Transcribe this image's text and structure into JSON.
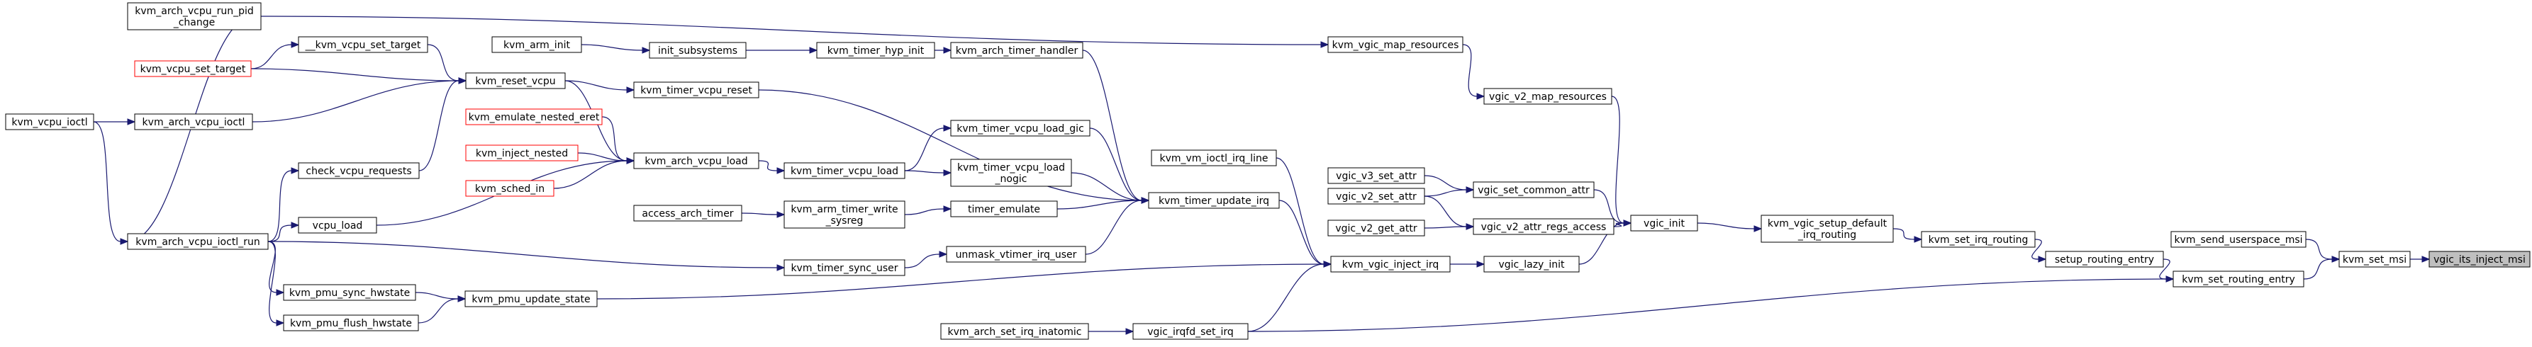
{
  "nodes": [
    {
      "id": "vgic_its_inject_msi",
      "lines": [
        "vgic_its_inject_msi"
      ],
      "style": "current"
    },
    {
      "id": "kvm_set_msi",
      "lines": [
        "kvm_set_msi"
      ]
    },
    {
      "id": "kvm_send_userspace_msi",
      "lines": [
        "kvm_send_userspace_msi"
      ]
    },
    {
      "id": "kvm_set_routing_entry",
      "lines": [
        "kvm_set_routing_entry"
      ]
    },
    {
      "id": "setup_routing_entry",
      "lines": [
        "setup_routing_entry"
      ]
    },
    {
      "id": "kvm_set_irq_routing",
      "lines": [
        "kvm_set_irq_routing"
      ]
    },
    {
      "id": "kvm_vgic_setup_default_irq_routing",
      "lines": [
        "kvm_vgic_setup_default",
        "_irq_routing"
      ]
    },
    {
      "id": "vgic_init",
      "lines": [
        "vgic_init"
      ]
    },
    {
      "id": "vgic_v2_map_resources",
      "lines": [
        "vgic_v2_map_resources"
      ]
    },
    {
      "id": "kvm_vgic_map_resources",
      "lines": [
        "kvm_vgic_map_resources"
      ]
    },
    {
      "id": "vgic_set_common_attr",
      "lines": [
        "vgic_set_common_attr"
      ]
    },
    {
      "id": "vgic_v3_set_attr",
      "lines": [
        "vgic_v3_set_attr"
      ]
    },
    {
      "id": "vgic_v2_set_attr",
      "lines": [
        "vgic_v2_set_attr"
      ]
    },
    {
      "id": "vgic_v2_attr_regs_access",
      "lines": [
        "vgic_v2_attr_regs_access"
      ]
    },
    {
      "id": "vgic_v2_get_attr",
      "lines": [
        "vgic_v2_get_attr"
      ]
    },
    {
      "id": "vgic_lazy_init",
      "lines": [
        "vgic_lazy_init"
      ]
    },
    {
      "id": "kvm_vgic_inject_irq",
      "lines": [
        "kvm_vgic_inject_irq"
      ]
    },
    {
      "id": "kvm_vm_ioctl_irq_line",
      "lines": [
        "kvm_vm_ioctl_irq_line"
      ]
    },
    {
      "id": "kvm_timer_update_irq",
      "lines": [
        "kvm_timer_update_irq"
      ]
    },
    {
      "id": "kvm_arch_timer_handler",
      "lines": [
        "kvm_arch_timer_handler"
      ]
    },
    {
      "id": "kvm_timer_hyp_init",
      "lines": [
        "kvm_timer_hyp_init"
      ]
    },
    {
      "id": "init_subsystems",
      "lines": [
        "init_subsystems"
      ]
    },
    {
      "id": "kvm_arm_init",
      "lines": [
        "kvm_arm_init"
      ]
    },
    {
      "id": "kvm_timer_vcpu_reset",
      "lines": [
        "kvm_timer_vcpu_reset"
      ]
    },
    {
      "id": "kvm_reset_vcpu",
      "lines": [
        "kvm_reset_vcpu"
      ]
    },
    {
      "id": "kvm_vcpu_set_target_internal",
      "lines": [
        "__kvm_vcpu_set_target"
      ]
    },
    {
      "id": "kvm_vcpu_set_target",
      "lines": [
        "kvm_vcpu_set_target"
      ],
      "style": "red"
    },
    {
      "id": "kvm_arch_vcpu_ioctl",
      "lines": [
        "kvm_arch_vcpu_ioctl"
      ]
    },
    {
      "id": "kvm_vcpu_ioctl",
      "lines": [
        "kvm_vcpu_ioctl"
      ]
    },
    {
      "id": "check_vcpu_requests",
      "lines": [
        "check_vcpu_requests"
      ]
    },
    {
      "id": "kvm_arch_vcpu_ioctl_run",
      "lines": [
        "kvm_arch_vcpu_ioctl_run"
      ]
    },
    {
      "id": "kvm_arch_vcpu_run_pid_change",
      "lines": [
        "kvm_arch_vcpu_run_pid",
        "_change"
      ]
    },
    {
      "id": "kvm_timer_vcpu_load_gic",
      "lines": [
        "kvm_timer_vcpu_load_gic"
      ]
    },
    {
      "id": "kvm_timer_vcpu_load",
      "lines": [
        "kvm_timer_vcpu_load"
      ]
    },
    {
      "id": "kvm_arch_vcpu_load",
      "lines": [
        "kvm_arch_vcpu_load"
      ]
    },
    {
      "id": "kvm_emulate_nested_eret",
      "lines": [
        "kvm_emulate_nested_eret"
      ],
      "style": "red"
    },
    {
      "id": "kvm_inject_nested",
      "lines": [
        "kvm_inject_nested"
      ],
      "style": "red"
    },
    {
      "id": "kvm_sched_in",
      "lines": [
        "kvm_sched_in"
      ],
      "style": "red"
    },
    {
      "id": "vcpu_load",
      "lines": [
        "vcpu_load"
      ]
    },
    {
      "id": "kvm_timer_vcpu_load_nogic",
      "lines": [
        "kvm_timer_vcpu_load",
        "_nogic"
      ]
    },
    {
      "id": "timer_emulate",
      "lines": [
        "timer_emulate"
      ]
    },
    {
      "id": "kvm_arm_timer_write_sysreg",
      "lines": [
        "kvm_arm_timer_write",
        "_sysreg"
      ]
    },
    {
      "id": "access_arch_timer",
      "lines": [
        "access_arch_timer"
      ]
    },
    {
      "id": "unmask_vtimer_irq_user",
      "lines": [
        "unmask_vtimer_irq_user"
      ]
    },
    {
      "id": "kvm_timer_sync_user",
      "lines": [
        "kvm_timer_sync_user"
      ]
    },
    {
      "id": "kvm_pmu_update_state",
      "lines": [
        "kvm_pmu_update_state"
      ]
    },
    {
      "id": "kvm_pmu_sync_hwstate",
      "lines": [
        "kvm_pmu_sync_hwstate"
      ]
    },
    {
      "id": "kvm_pmu_flush_hwstate",
      "lines": [
        "kvm_pmu_flush_hwstate"
      ]
    },
    {
      "id": "vgic_irqfd_set_irq",
      "lines": [
        "vgic_irqfd_set_irq"
      ]
    },
    {
      "id": "kvm_arch_set_irq_inatomic",
      "lines": [
        "kvm_arch_set_irq_inatomic"
      ]
    }
  ],
  "edges": [
    {
      "from": "vgic_its_inject_msi",
      "to": "kvm_set_msi"
    },
    {
      "from": "kvm_set_msi",
      "to": "kvm_send_userspace_msi"
    },
    {
      "from": "kvm_set_msi",
      "to": "kvm_set_routing_entry"
    },
    {
      "from": "kvm_set_routing_entry",
      "to": "setup_routing_entry"
    },
    {
      "from": "kvm_set_routing_entry",
      "to": "vgic_irqfd_set_irq"
    },
    {
      "from": "setup_routing_entry",
      "to": "kvm_set_irq_routing"
    },
    {
      "from": "kvm_set_irq_routing",
      "to": "kvm_vgic_setup_default_irq_routing"
    },
    {
      "from": "kvm_vgic_setup_default_irq_routing",
      "to": "vgic_init"
    },
    {
      "from": "vgic_init",
      "to": "vgic_v2_map_resources"
    },
    {
      "from": "vgic_init",
      "to": "vgic_set_common_attr"
    },
    {
      "from": "vgic_init",
      "to": "vgic_v2_attr_regs_access"
    },
    {
      "from": "vgic_init",
      "to": "vgic_lazy_init"
    },
    {
      "from": "vgic_v2_map_resources",
      "to": "kvm_vgic_map_resources"
    },
    {
      "from": "kvm_vgic_map_resources",
      "to": "kvm_arch_vcpu_run_pid_change"
    },
    {
      "from": "vgic_set_common_attr",
      "to": "vgic_v3_set_attr"
    },
    {
      "from": "vgic_set_common_attr",
      "to": "vgic_v2_set_attr"
    },
    {
      "from": "vgic_v2_attr_regs_access",
      "to": "vgic_v2_set_attr"
    },
    {
      "from": "vgic_v2_attr_regs_access",
      "to": "vgic_v2_get_attr"
    },
    {
      "from": "vgic_lazy_init",
      "to": "kvm_vgic_inject_irq"
    },
    {
      "from": "kvm_vgic_inject_irq",
      "to": "kvm_vm_ioctl_irq_line"
    },
    {
      "from": "kvm_vgic_inject_irq",
      "to": "kvm_timer_update_irq"
    },
    {
      "from": "kvm_vgic_inject_irq",
      "to": "kvm_pmu_update_state"
    },
    {
      "from": "kvm_vgic_inject_irq",
      "to": "vgic_irqfd_set_irq"
    },
    {
      "from": "kvm_timer_update_irq",
      "to": "kvm_arch_timer_handler"
    },
    {
      "from": "kvm_timer_update_irq",
      "to": "kvm_timer_vcpu_reset"
    },
    {
      "from": "kvm_timer_update_irq",
      "to": "kvm_timer_vcpu_load_gic"
    },
    {
      "from": "kvm_timer_update_irq",
      "to": "kvm_timer_vcpu_load_nogic"
    },
    {
      "from": "kvm_timer_update_irq",
      "to": "timer_emulate"
    },
    {
      "from": "kvm_timer_update_irq",
      "to": "unmask_vtimer_irq_user"
    },
    {
      "from": "kvm_arch_timer_handler",
      "to": "kvm_timer_hyp_init"
    },
    {
      "from": "kvm_timer_hyp_init",
      "to": "init_subsystems"
    },
    {
      "from": "init_subsystems",
      "to": "kvm_arm_init"
    },
    {
      "from": "kvm_timer_vcpu_reset",
      "to": "kvm_reset_vcpu"
    },
    {
      "from": "kvm_reset_vcpu",
      "to": "kvm_vcpu_set_target_internal"
    },
    {
      "from": "kvm_reset_vcpu",
      "to": "kvm_vcpu_set_target"
    },
    {
      "from": "kvm_reset_vcpu",
      "to": "kvm_arch_vcpu_ioctl"
    },
    {
      "from": "kvm_reset_vcpu",
      "to": "check_vcpu_requests"
    },
    {
      "from": "kvm_vcpu_set_target_internal",
      "to": "kvm_vcpu_set_target"
    },
    {
      "from": "kvm_arch_vcpu_ioctl",
      "to": "kvm_vcpu_ioctl"
    },
    {
      "from": "check_vcpu_requests",
      "to": "kvm_arch_vcpu_ioctl_run"
    },
    {
      "from": "kvm_arch_vcpu_ioctl_run",
      "to": "kvm_vcpu_ioctl"
    },
    {
      "from": "kvm_arch_vcpu_run_pid_change",
      "to": "kvm_arch_vcpu_ioctl_run"
    },
    {
      "from": "kvm_timer_vcpu_load_gic",
      "to": "kvm_timer_vcpu_load"
    },
    {
      "from": "kvm_timer_vcpu_load_nogic",
      "to": "kvm_timer_vcpu_load"
    },
    {
      "from": "kvm_timer_vcpu_load",
      "to": "kvm_arch_vcpu_load"
    },
    {
      "from": "kvm_arch_vcpu_load",
      "to": "kvm_reset_vcpu"
    },
    {
      "from": "kvm_arch_vcpu_load",
      "to": "kvm_emulate_nested_eret"
    },
    {
      "from": "kvm_arch_vcpu_load",
      "to": "kvm_inject_nested"
    },
    {
      "from": "kvm_arch_vcpu_load",
      "to": "kvm_sched_in"
    },
    {
      "from": "kvm_arch_vcpu_load",
      "to": "vcpu_load"
    },
    {
      "from": "vcpu_load",
      "to": "kvm_arch_vcpu_ioctl_run"
    },
    {
      "from": "timer_emulate",
      "to": "kvm_arm_timer_write_sysreg"
    },
    {
      "from": "kvm_arm_timer_write_sysreg",
      "to": "access_arch_timer"
    },
    {
      "from": "unmask_vtimer_irq_user",
      "to": "kvm_timer_sync_user"
    },
    {
      "from": "kvm_timer_sync_user",
      "to": "kvm_arch_vcpu_ioctl_run"
    },
    {
      "from": "kvm_pmu_update_state",
      "to": "kvm_pmu_sync_hwstate"
    },
    {
      "from": "kvm_pmu_update_state",
      "to": "kvm_pmu_flush_hwstate"
    },
    {
      "from": "kvm_pmu_sync_hwstate",
      "to": "kvm_arch_vcpu_ioctl_run"
    },
    {
      "from": "kvm_pmu_flush_hwstate",
      "to": "kvm_arch_vcpu_ioctl_run"
    },
    {
      "from": "vgic_irqfd_set_irq",
      "to": "kvm_arch_set_irq_inatomic"
    }
  ]
}
